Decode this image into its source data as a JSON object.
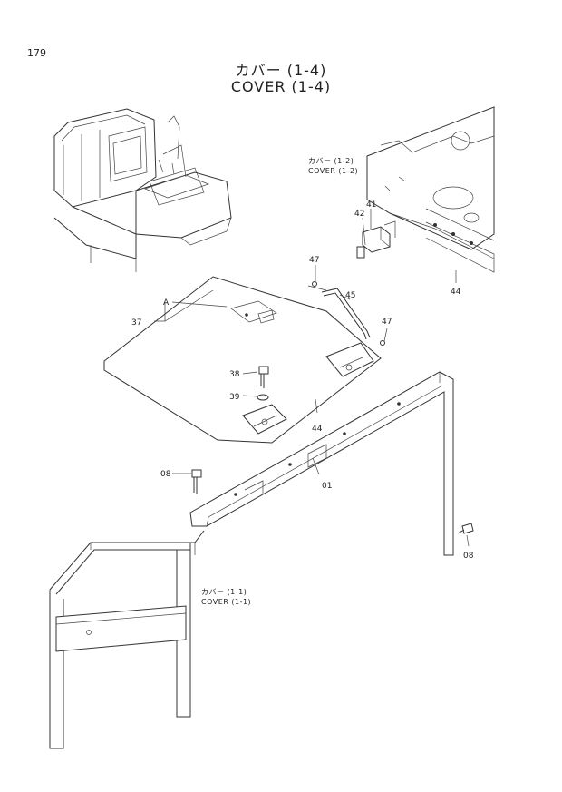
{
  "page_number": "179",
  "title": {
    "jp": "カバー (1-4)",
    "en": "COVER (1-4)"
  },
  "references": {
    "cover_1_2": {
      "jp": "カバー (1-2)",
      "en": "COVER (1-2)"
    },
    "cover_1_1": {
      "jp": "カバー (1-1)",
      "en": "COVER (1-1)"
    }
  },
  "callouts": {
    "c41": "41",
    "c42": "42",
    "c47a": "47",
    "c47b": "47",
    "c45": "45",
    "c44a": "44",
    "c44b": "44",
    "cA": "A",
    "c37": "37",
    "c38": "38",
    "c39": "39",
    "c01": "01",
    "c08a": "08",
    "c08b": "08"
  }
}
